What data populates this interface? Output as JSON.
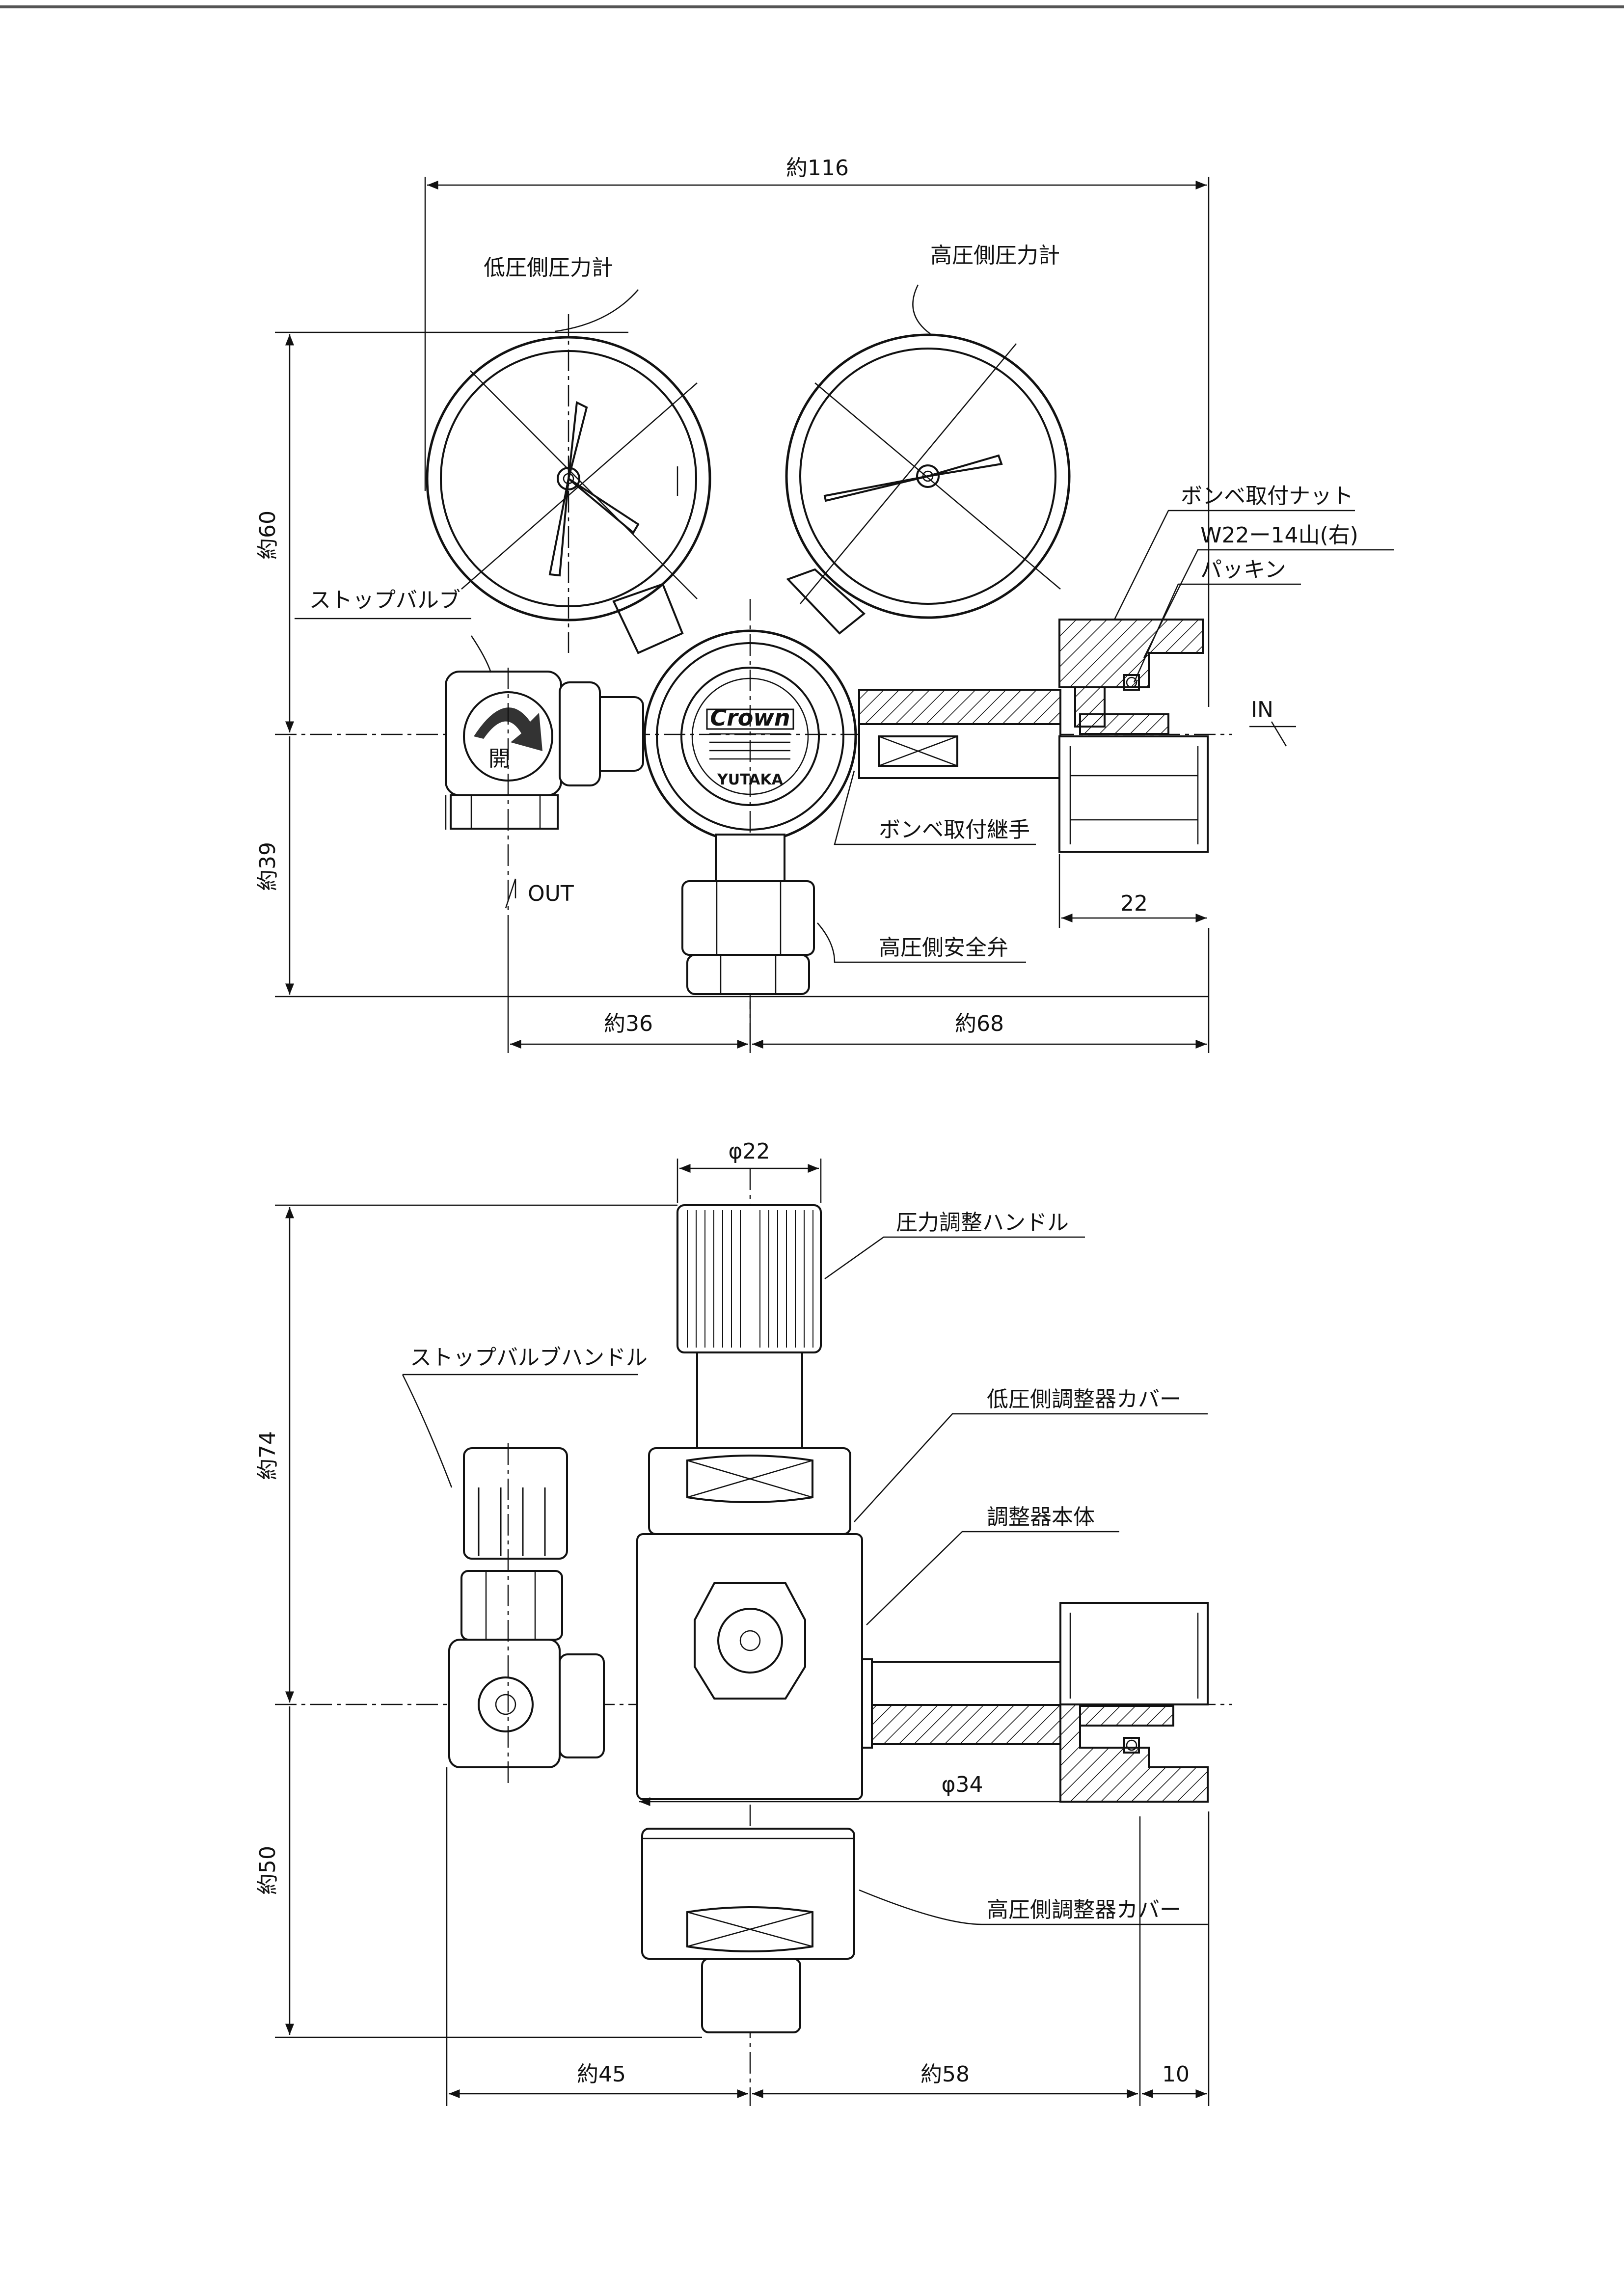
{
  "top_view": {
    "dimensions": {
      "overall_width": "約116",
      "gauge_height": "約60",
      "lower_height": "約39",
      "left_offset": "約36",
      "right_offset": "約68",
      "nut_width": "22"
    },
    "labels": {
      "low_pressure_gauge": "低圧側圧力計",
      "high_pressure_gauge": "高圧側圧力計",
      "stop_valve": "ストップバルブ",
      "cylinder_nut": "ボンベ取付ナット",
      "thread_spec": "W22ー14山(右)",
      "packing": "パッキン",
      "inlet": "IN",
      "outlet": "OUT",
      "cylinder_joint": "ボンベ取付継手",
      "safety_valve": "高圧側安全弁",
      "valve_marking": "開"
    },
    "badge": {
      "brand": "Crown",
      "maker": "YUTAKA"
    }
  },
  "side_view": {
    "dimensions": {
      "handle_diameter": "φ22",
      "upper_height": "約74",
      "lower_height": "約50",
      "body_diameter": "φ34",
      "left_offset": "約45",
      "right_offset": "約58",
      "nut_width": "10"
    },
    "labels": {
      "pressure_handle": "圧力調整ハンドル",
      "stop_valve_handle": "ストップバルブハンドル",
      "low_pressure_cover": "低圧側調整器カバー",
      "regulator_body": "調整器本体",
      "high_pressure_cover": "高圧側調整器カバー"
    }
  }
}
